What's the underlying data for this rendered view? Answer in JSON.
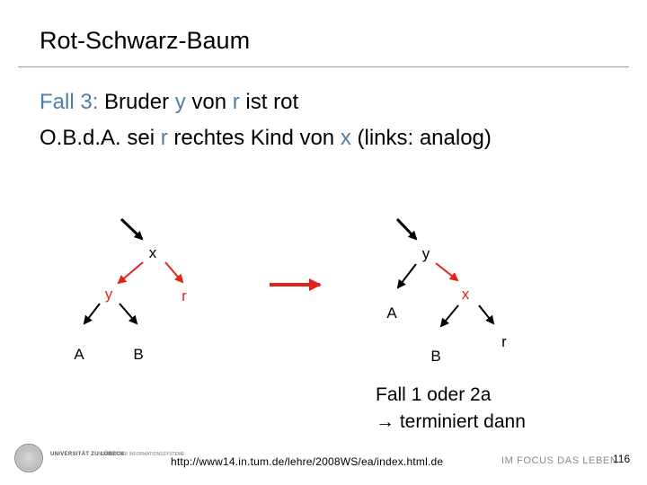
{
  "title": "Rot-Schwarz-Baum",
  "case": {
    "line1": {
      "a": "Fall 3: ",
      "b": "Bruder ",
      "c": "y",
      "d": " von ",
      "e": "r",
      "f": " ist rot"
    },
    "line2": {
      "a": "O.B.d.A. sei ",
      "b": "r",
      "c": " rechtes Kind von ",
      "d": "x",
      "e": " (links: analog)"
    }
  },
  "trees": {
    "left": {
      "x": "x",
      "y": "y",
      "r": "r",
      "A": "A",
      "B": "B"
    },
    "right": {
      "y": "y",
      "x": "x",
      "A": "A",
      "B": "B",
      "r": "r"
    }
  },
  "note": {
    "line1": "Fall 1 oder 2a",
    "line2": "→ terminiert dann"
  },
  "url": "http://www14.in.tum.de/lehre/2008WS/ea/index.html.de",
  "footer": {
    "university": "UNIVERSITÄT ZU LÜBECK",
    "institute": "INSTITUT FÜR INFORMATIONSSYSTEME",
    "slogan": "IM FOCUS DAS LEBEN",
    "page": "116"
  },
  "colors": {
    "red": "#e2231a",
    "accent": "#4e7ea3",
    "edge": "#000000"
  }
}
